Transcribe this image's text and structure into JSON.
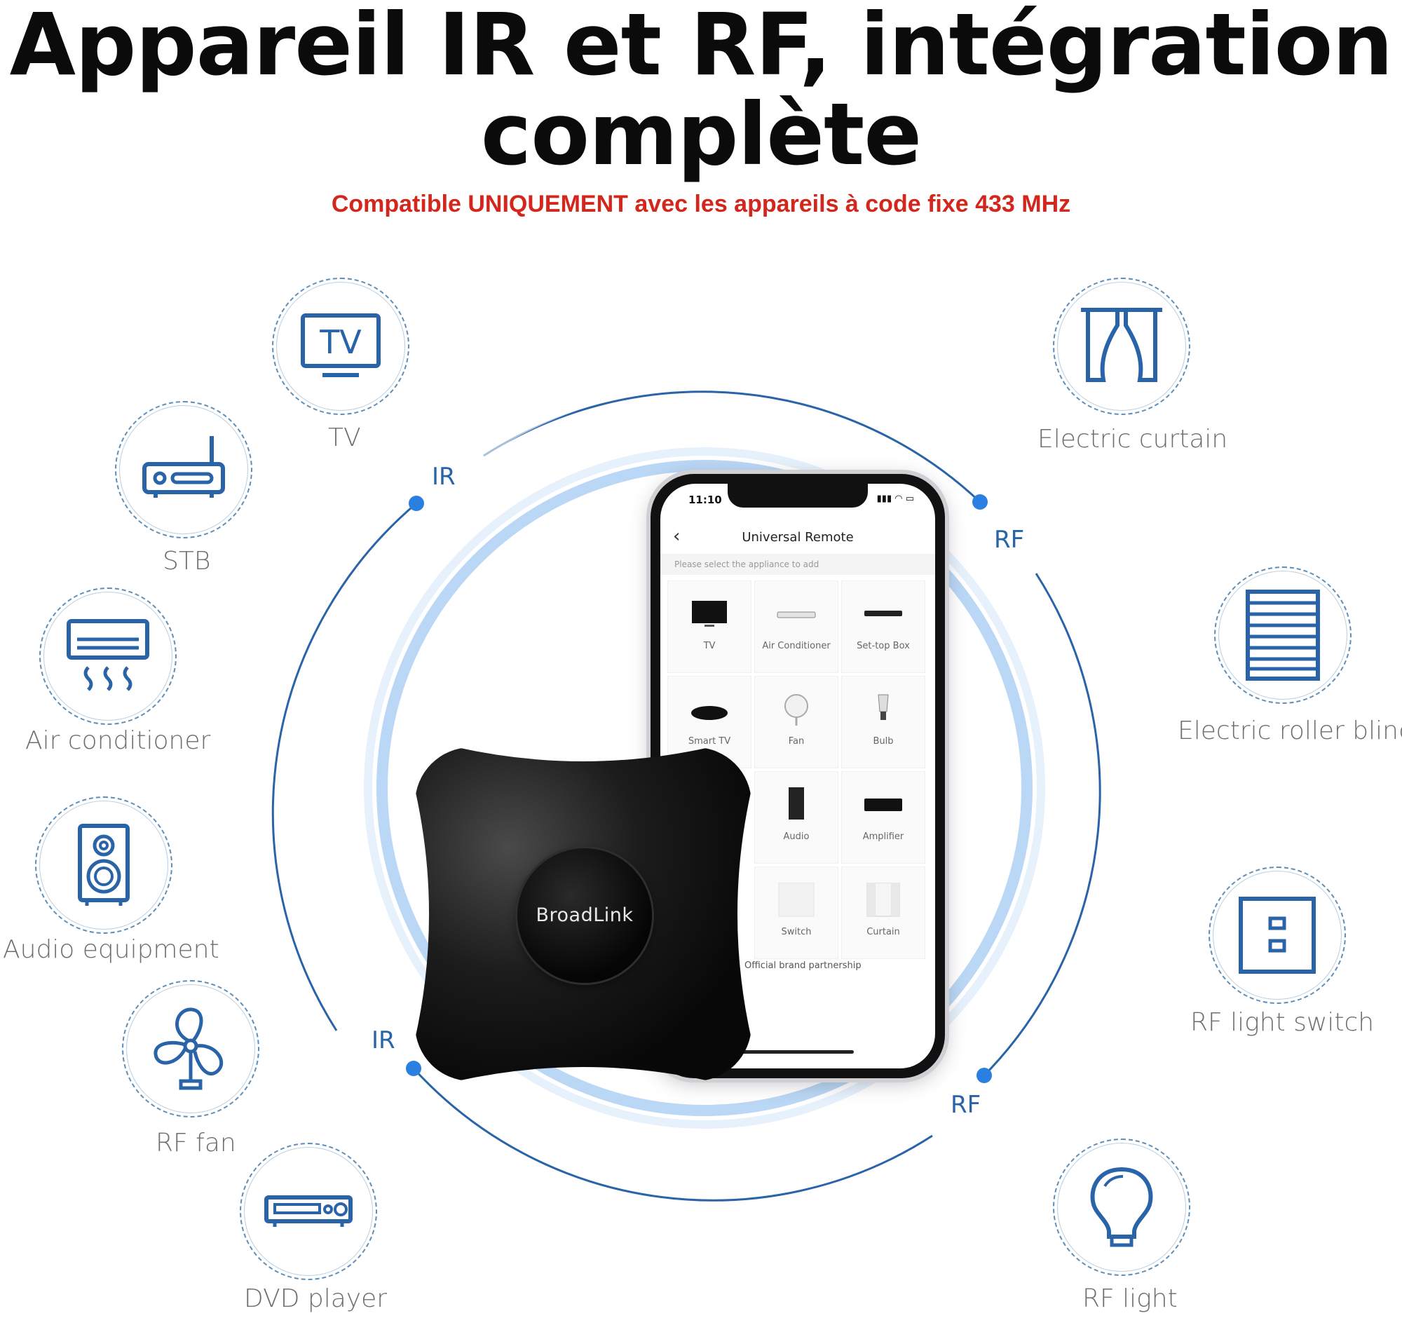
{
  "title": {
    "line1": "Appareil IR et RF, intégration",
    "line2": "complète"
  },
  "subtitle": "Compatible UNIQUEMENT avec les appareils à code fixe 433 MHz",
  "colors": {
    "accent": "#2a64a8",
    "subtitle": "#d3261c",
    "ring": "#a9cdf3"
  },
  "devices_left": [
    {
      "label": "TV",
      "icon": "tv-icon"
    },
    {
      "label": "STB",
      "icon": "set-top-box-icon"
    },
    {
      "label": "Air conditioner",
      "icon": "air-conditioner-icon"
    },
    {
      "label": "Audio equipment",
      "icon": "speaker-icon"
    },
    {
      "label": "RF fan",
      "icon": "fan-icon"
    },
    {
      "label": "DVD player",
      "icon": "dvd-player-icon"
    }
  ],
  "devices_right": [
    {
      "label": "Electric curtain",
      "icon": "curtain-icon"
    },
    {
      "label": "Electric roller blind",
      "icon": "roller-blind-icon"
    },
    {
      "label": "RF light switch",
      "icon": "light-switch-icon"
    },
    {
      "label": "RF light",
      "icon": "light-bulb-icon"
    }
  ],
  "signals": {
    "ir_top": "IR",
    "ir_bottom": "IR",
    "rf_top": "RF",
    "rf_bottom": "RF"
  },
  "phone": {
    "time": "11:10",
    "status_icons": "▮▮▮ ◠ ▭",
    "app_title": "Universal Remote",
    "hint": "Please select the appliance to add",
    "appliances": [
      {
        "label": "TV"
      },
      {
        "label": "Air Conditioner"
      },
      {
        "label": "Set-top Box"
      },
      {
        "label": "Smart TV"
      },
      {
        "label": "Fan"
      },
      {
        "label": "Bulb"
      },
      {
        "label": "Audio"
      },
      {
        "label": "Amplifier"
      },
      {
        "label": "Switch"
      },
      {
        "label": "Curtain"
      }
    ],
    "partnership": "Official brand partnership"
  },
  "hub": {
    "brand": "BroadLink"
  }
}
